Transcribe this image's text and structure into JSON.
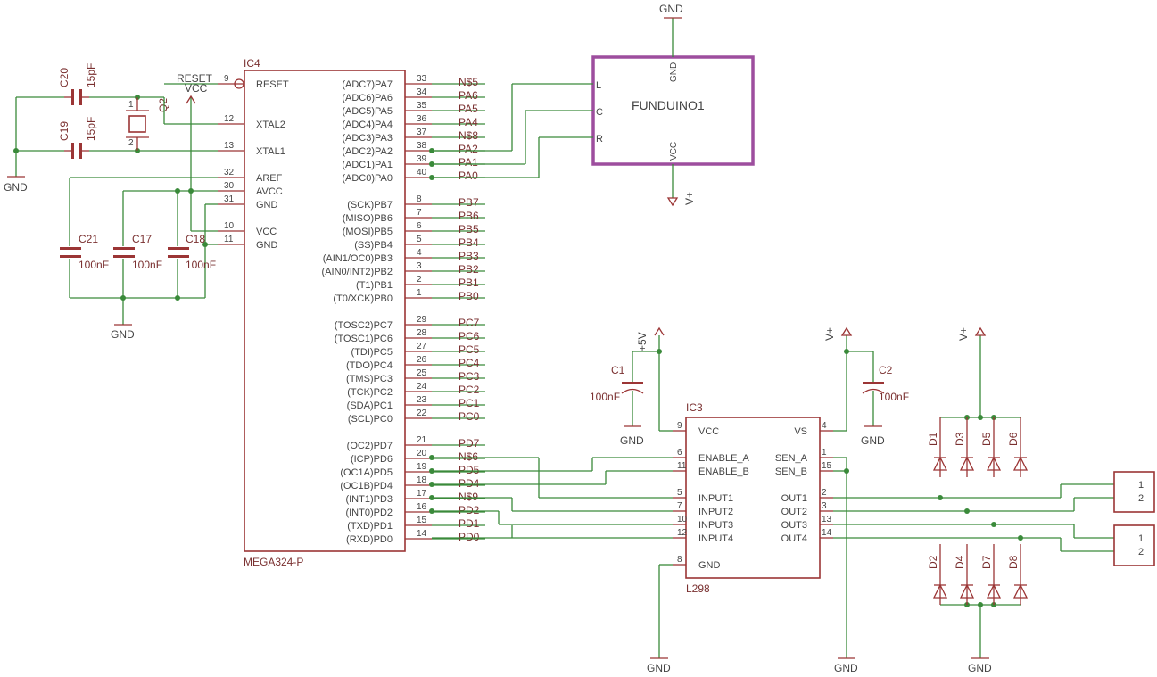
{
  "colors": {
    "wire": "#3a8a3a",
    "part": "#9b3535",
    "module": "#9d4e9e",
    "label": "#7a3030"
  },
  "ic4": {
    "name": "IC4",
    "value": "MEGA324-P",
    "left_pins": [
      {
        "num": "9",
        "label": "RESET"
      },
      {
        "num": "12",
        "label": "XTAL2"
      },
      {
        "num": "13",
        "label": "XTAL1"
      },
      {
        "num": "32",
        "label": "AREF"
      },
      {
        "num": "30",
        "label": "AVCC"
      },
      {
        "num": "31",
        "label": "GND"
      },
      {
        "num": "10",
        "label": "VCC"
      },
      {
        "num": "11",
        "label": "GND"
      }
    ],
    "right_pins": [
      {
        "num": "33",
        "label": "(ADC7)PA7",
        "net": "N$5"
      },
      {
        "num": "34",
        "label": "(ADC6)PA6",
        "net": "PA6"
      },
      {
        "num": "35",
        "label": "(ADC5)PA5",
        "net": "PA5"
      },
      {
        "num": "36",
        "label": "(ADC4)PA4",
        "net": "PA4"
      },
      {
        "num": "37",
        "label": "(ADC3)PA3",
        "net": "N$8"
      },
      {
        "num": "38",
        "label": "(ADC2)PA2",
        "net": "PA2"
      },
      {
        "num": "39",
        "label": "(ADC1)PA1",
        "net": "PA1"
      },
      {
        "num": "40",
        "label": "(ADC0)PA0",
        "net": "PA0"
      },
      {
        "num": "8",
        "label": "(SCK)PB7",
        "net": "PB7"
      },
      {
        "num": "7",
        "label": "(MISO)PB6",
        "net": "PB6"
      },
      {
        "num": "6",
        "label": "(MOSI)PB5",
        "net": "PB5"
      },
      {
        "num": "5",
        "label": "(SS)PB4",
        "net": "PB4"
      },
      {
        "num": "4",
        "label": "(AIN1/OC0)PB3",
        "net": "PB3"
      },
      {
        "num": "3",
        "label": "(AIN0/INT2)PB2",
        "net": "PB2"
      },
      {
        "num": "2",
        "label": "(T1)PB1",
        "net": "PB1"
      },
      {
        "num": "1",
        "label": "(T0/XCK)PB0",
        "net": "PB0"
      },
      {
        "num": "29",
        "label": "(TOSC2)PC7",
        "net": "PC7"
      },
      {
        "num": "28",
        "label": "(TOSC1)PC6",
        "net": "PC6"
      },
      {
        "num": "27",
        "label": "(TDI)PC5",
        "net": "PC5"
      },
      {
        "num": "26",
        "label": "(TDO)PC4",
        "net": "PC4"
      },
      {
        "num": "25",
        "label": "(TMS)PC3",
        "net": "PC3"
      },
      {
        "num": "24",
        "label": "(TCK)PC2",
        "net": "PC2"
      },
      {
        "num": "23",
        "label": "(SDA)PC1",
        "net": "PC1"
      },
      {
        "num": "22",
        "label": "(SCL)PC0",
        "net": "PC0"
      },
      {
        "num": "21",
        "label": "(OC2)PD7",
        "net": "PD7"
      },
      {
        "num": "20",
        "label": "(ICP)PD6",
        "net": "N$6"
      },
      {
        "num": "19",
        "label": "(OC1A)PD5",
        "net": "PD5"
      },
      {
        "num": "18",
        "label": "(OC1B)PD4",
        "net": "PD4"
      },
      {
        "num": "17",
        "label": "(INT1)PD3",
        "net": "N$9"
      },
      {
        "num": "16",
        "label": "(INT0)PD2",
        "net": "PD2"
      },
      {
        "num": "15",
        "label": "(TXD)PD1",
        "net": "PD1"
      },
      {
        "num": "14",
        "label": "(RXD)PD0",
        "net": "PD0"
      }
    ]
  },
  "ic3": {
    "name": "IC3",
    "value": "L298",
    "left_pins": [
      {
        "num": "9",
        "label": "VCC"
      },
      {
        "num": "6",
        "label": "ENABLE_A"
      },
      {
        "num": "11",
        "label": "ENABLE_B"
      },
      {
        "num": "5",
        "label": "INPUT1"
      },
      {
        "num": "7",
        "label": "INPUT2"
      },
      {
        "num": "10",
        "label": "INPUT3"
      },
      {
        "num": "12",
        "label": "INPUT4"
      },
      {
        "num": "8",
        "label": "GND"
      }
    ],
    "right_pins": [
      {
        "num": "4",
        "label": "VS"
      },
      {
        "num": "1",
        "label": "SEN_A"
      },
      {
        "num": "15",
        "label": "SEN_B"
      },
      {
        "num": "2",
        "label": "OUT1"
      },
      {
        "num": "3",
        "label": "OUT2"
      },
      {
        "num": "13",
        "label": "OUT3"
      },
      {
        "num": "14",
        "label": "OUT4"
      }
    ]
  },
  "funduino": {
    "name": "FUNDUINO1",
    "pins": [
      "GND",
      "L",
      "C",
      "R",
      "VCC"
    ]
  },
  "capacitors": {
    "c20": {
      "name": "C20",
      "value": "15pF"
    },
    "c19": {
      "name": "C19",
      "value": "15pF"
    },
    "c21": {
      "name": "C21",
      "value": "100nF"
    },
    "c17": {
      "name": "C17",
      "value": "100nF"
    },
    "c18": {
      "name": "C18",
      "value": "100nF"
    },
    "c1": {
      "name": "C1",
      "value": "100nF"
    },
    "c2": {
      "name": "C2",
      "value": "100nF"
    }
  },
  "crystal": {
    "name": "Q2",
    "pin1": "1",
    "pin2": "2"
  },
  "diodes_top": [
    "D1",
    "D3",
    "D5",
    "D6"
  ],
  "diodes_bottom": [
    "D2",
    "D4",
    "D7",
    "D8"
  ],
  "connector_pins": [
    "1",
    "2"
  ],
  "labels": {
    "gnd": "GND",
    "vcc": "VCC",
    "vplus": "V+",
    "plus5v": "+5V",
    "reset_net": "RESET"
  }
}
